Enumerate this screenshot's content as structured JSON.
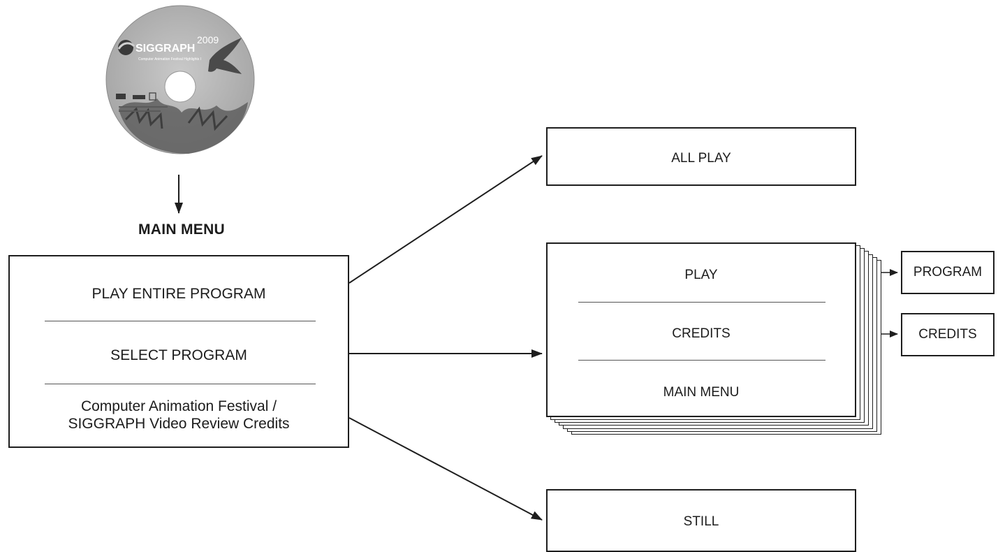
{
  "disc": {
    "brand": "SIGGRAPH",
    "year": "2009",
    "subtitle": "Computer Animation Festival Highlights I"
  },
  "main_menu": {
    "title": "MAIN MENU",
    "items": [
      "PLAY  ENTIRE  PROGRAM",
      "SELECT PROGRAM",
      "Computer Animation Festival /",
      "SIGGRAPH Video Review Credits"
    ]
  },
  "all_play": {
    "label": "ALL PLAY"
  },
  "select_screen": {
    "items": [
      "PLAY",
      "CREDITS",
      "MAIN MENU"
    ]
  },
  "program": {
    "label": "PROGRAM"
  },
  "credits": {
    "label": "CREDITS"
  },
  "still": {
    "label": "STILL"
  }
}
